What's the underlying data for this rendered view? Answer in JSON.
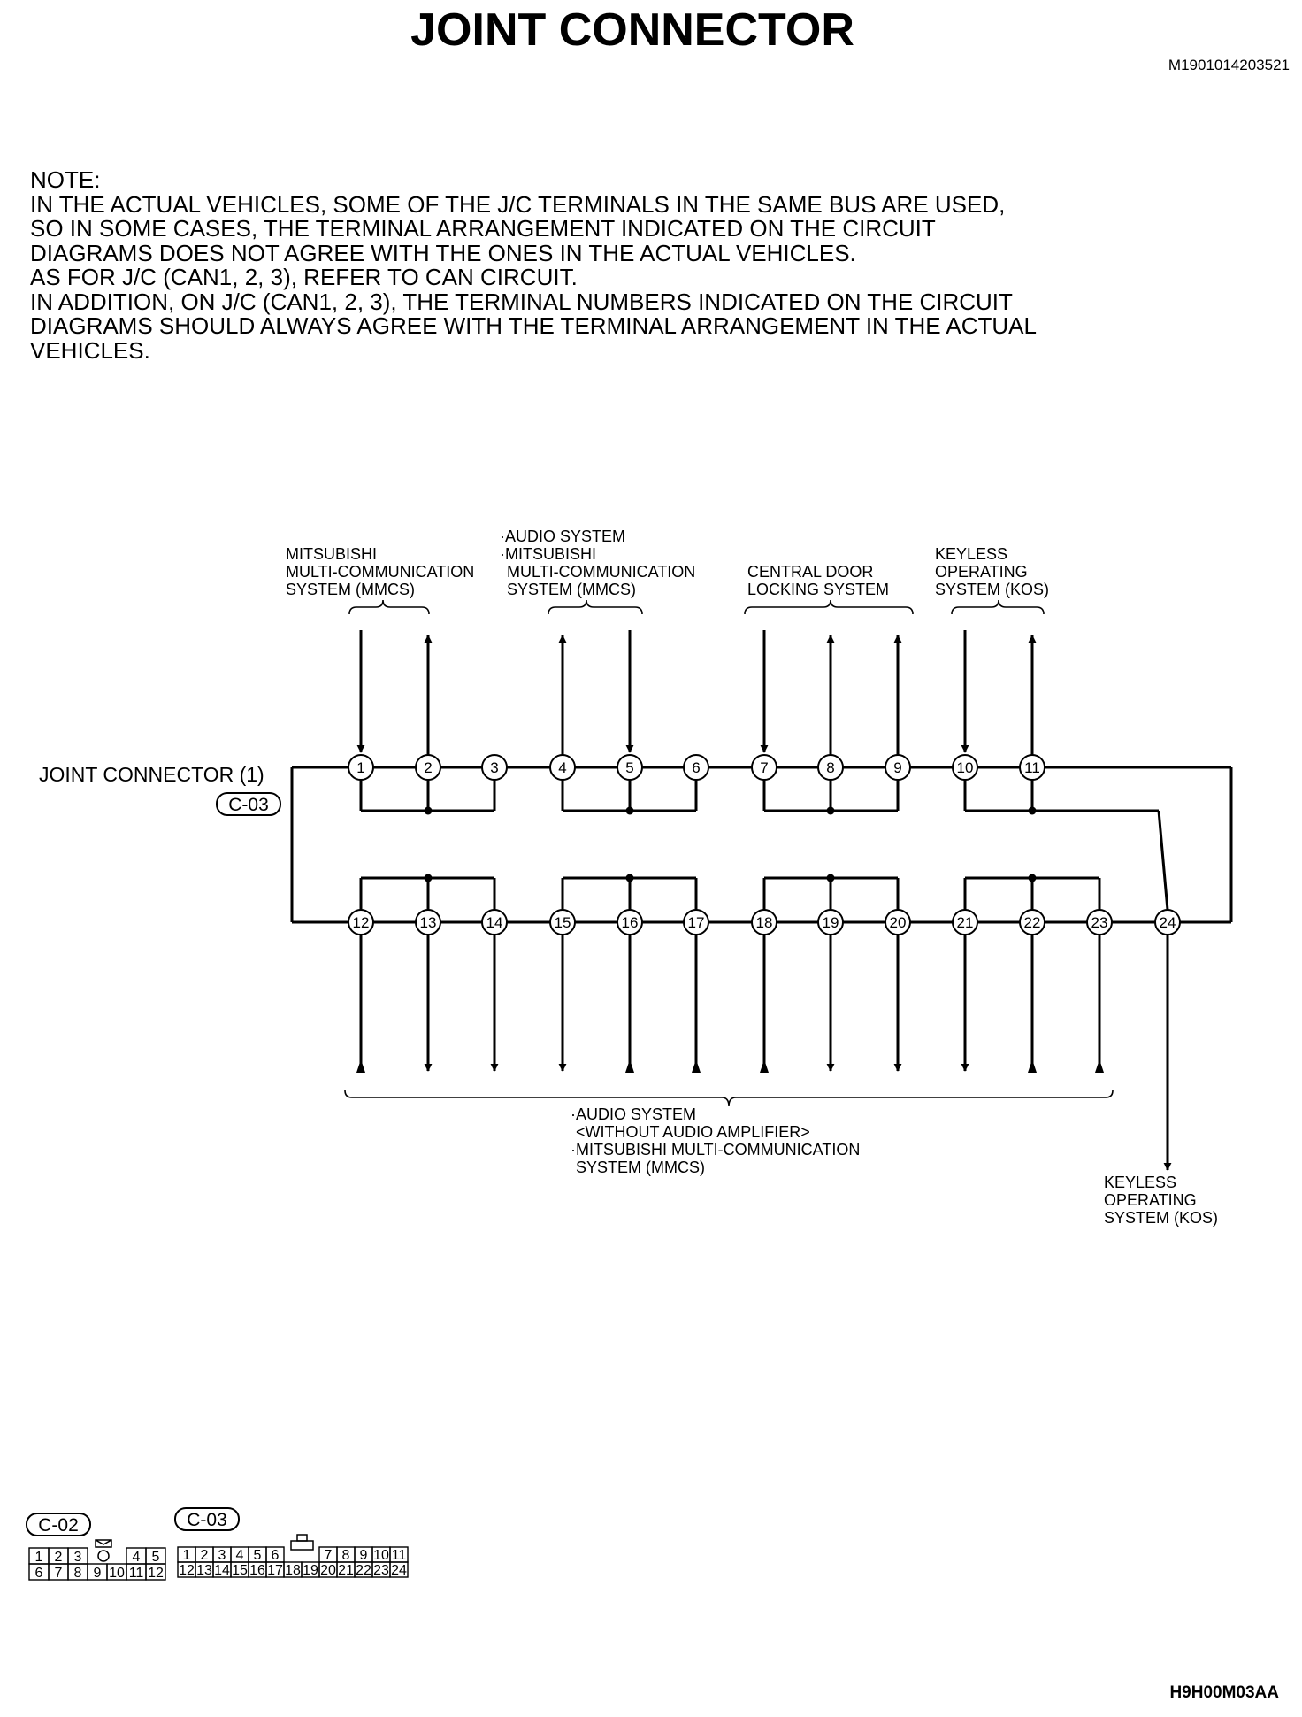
{
  "header": {
    "title": "JOINT CONNECTOR",
    "doc_id": "M1901014203521"
  },
  "note": {
    "lines": [
      "NOTE:",
      "IN THE ACTUAL VEHICLES, SOME OF THE J/C TERMINALS IN THE SAME BUS ARE USED,",
      "SO IN SOME CASES, THE TERMINAL ARRANGEMENT INDICATED ON THE CIRCUIT",
      "DIAGRAMS DOES NOT AGREE WITH THE ONES IN THE ACTUAL VEHICLES.",
      "AS FOR J/C (CAN1, 2, 3), REFER TO CAN CIRCUIT.",
      "IN ADDITION, ON J/C (CAN1, 2, 3), THE TERMINAL NUMBERS INDICATED ON THE CIRCUIT",
      "DIAGRAMS SHOULD ALWAYS AGREE WITH THE TERMINAL ARRANGEMENT IN THE ACTUAL",
      "VEHICLES."
    ]
  },
  "diagram": {
    "connector_name": "JOINT CONNECTOR (1)",
    "connector_code": "C-03",
    "top_groups": [
      {
        "lines": [
          "MITSUBISHI",
          "MULTI-COMMUNICATION",
          "SYSTEM (MMCS)"
        ]
      },
      {
        "lines": [
          "·AUDIO SYSTEM",
          "·MITSUBISHI",
          "MULTI-COMMUNICATION",
          "SYSTEM (MMCS)"
        ]
      },
      {
        "lines": [
          "CENTRAL DOOR",
          "LOCKING SYSTEM"
        ]
      },
      {
        "lines": [
          "KEYLESS",
          "OPERATING",
          "SYSTEM (KOS)"
        ]
      }
    ],
    "bottom_group": {
      "lines": [
        "·AUDIO SYSTEM",
        "<WITHOUT AUDIO AMPLIFIER>",
        "·MITSUBISHI MULTI-COMMUNICATION",
        "SYSTEM (MMCS)"
      ]
    },
    "kos_output": {
      "lines": [
        "KEYLESS",
        "OPERATING",
        "SYSTEM (KOS)"
      ]
    },
    "top_pins": [
      "1",
      "2",
      "3",
      "4",
      "5",
      "6",
      "7",
      "8",
      "9",
      "10",
      "11"
    ],
    "bottom_pins": [
      "12",
      "13",
      "14",
      "15",
      "16",
      "17",
      "18",
      "19",
      "20",
      "21",
      "22",
      "23",
      "24"
    ]
  },
  "face_views": {
    "c02": {
      "code": "C-02",
      "row1": [
        "1",
        "2",
        "3",
        "",
        "4",
        "5"
      ],
      "row2": [
        "6",
        "7",
        "8",
        "9",
        "10",
        "11",
        "12"
      ]
    },
    "c03": {
      "code": "C-03",
      "row1": [
        "1",
        "2",
        "3",
        "4",
        "5",
        "6",
        "",
        "7",
        "8",
        "9",
        "10",
        "11"
      ],
      "row2": [
        "12",
        "13",
        "14",
        "15",
        "16",
        "17",
        "18",
        "19",
        "20",
        "21",
        "22",
        "23",
        "24"
      ]
    }
  },
  "footer": {
    "figure_code": "H9H00M03AA"
  }
}
